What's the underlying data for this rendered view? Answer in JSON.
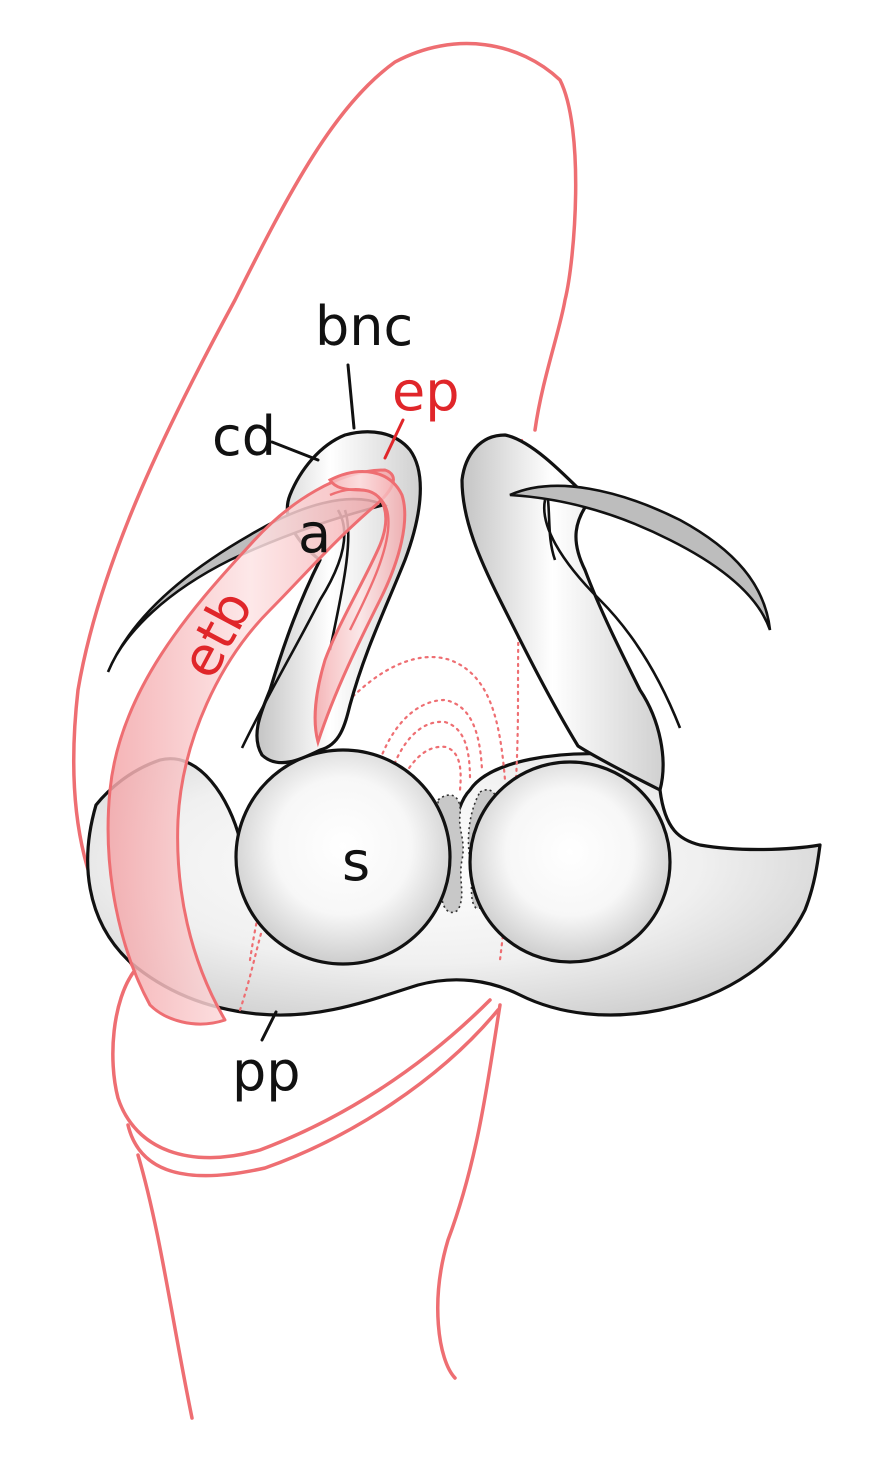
{
  "figure": {
    "labels": {
      "bnc": "bnc",
      "ep": "ep",
      "cd": "cd",
      "a": "a",
      "etb": "etb",
      "s": "s",
      "pp": "pp"
    },
    "colors": {
      "outline_black": "#111111",
      "outline_red": "#ee6e72",
      "label_red": "#e0262a",
      "fill_grey": "#d2d2d2",
      "fill_pink": "#f4b0b2"
    }
  }
}
